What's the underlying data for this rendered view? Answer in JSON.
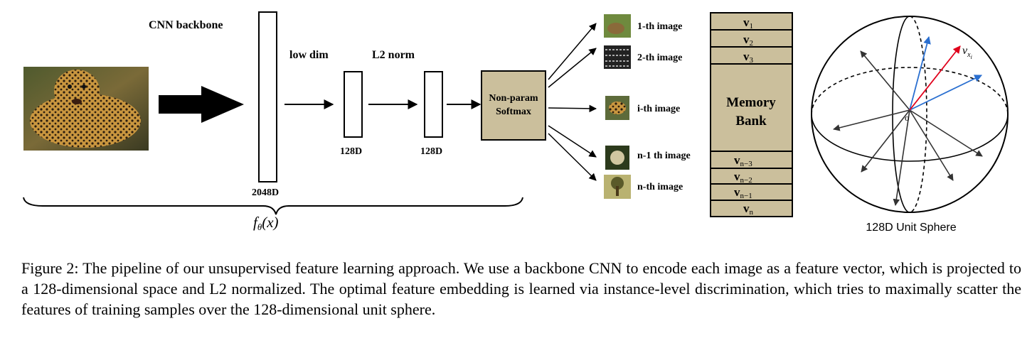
{
  "figure": {
    "cnn_backbone_label": "CNN backbone",
    "low_dim_label": "low dim",
    "l2_norm_label": "L2 norm",
    "dim_2048": "2048D",
    "dim_128_a": "128D",
    "dim_128_b": "128D",
    "function_label": "f_θ(x)",
    "softmax_line1": "Non-param",
    "softmax_line2": "Softmax",
    "outputs": [
      {
        "label": "1-th image"
      },
      {
        "label": "2-th image"
      },
      {
        "label": "i-th image"
      },
      {
        "label": "n-1 th image"
      },
      {
        "label": "n-th image"
      }
    ],
    "memory_bank": {
      "title_line1": "Memory",
      "title_line2": "Bank",
      "top_slots": [
        "v_1",
        "v_2",
        "v_3"
      ],
      "bottom_slots": [
        "v_{n-3}",
        "v_{n-2}",
        "v_{n-1}",
        "v_n"
      ],
      "fill_color": "#cbbf9c"
    },
    "sphere": {
      "title": "128D Unit Sphere",
      "origin_label": "o",
      "vector_label": "v_{x_i}",
      "highlight_color": "#e0001b",
      "neighbor_color": "#2a6fd0"
    }
  },
  "caption": {
    "prefix": "Figure 2:",
    "text": "The pipeline of our unsupervised feature learning approach. We use a backbone CNN to encode each image as a feature vector, which is projected to a 128-dimensional space and L2 normalized. The optimal feature embedding is learned via instance-level discrimination, which tries to maximally scatter the features of training samples over the 128-dimensional unit sphere."
  }
}
